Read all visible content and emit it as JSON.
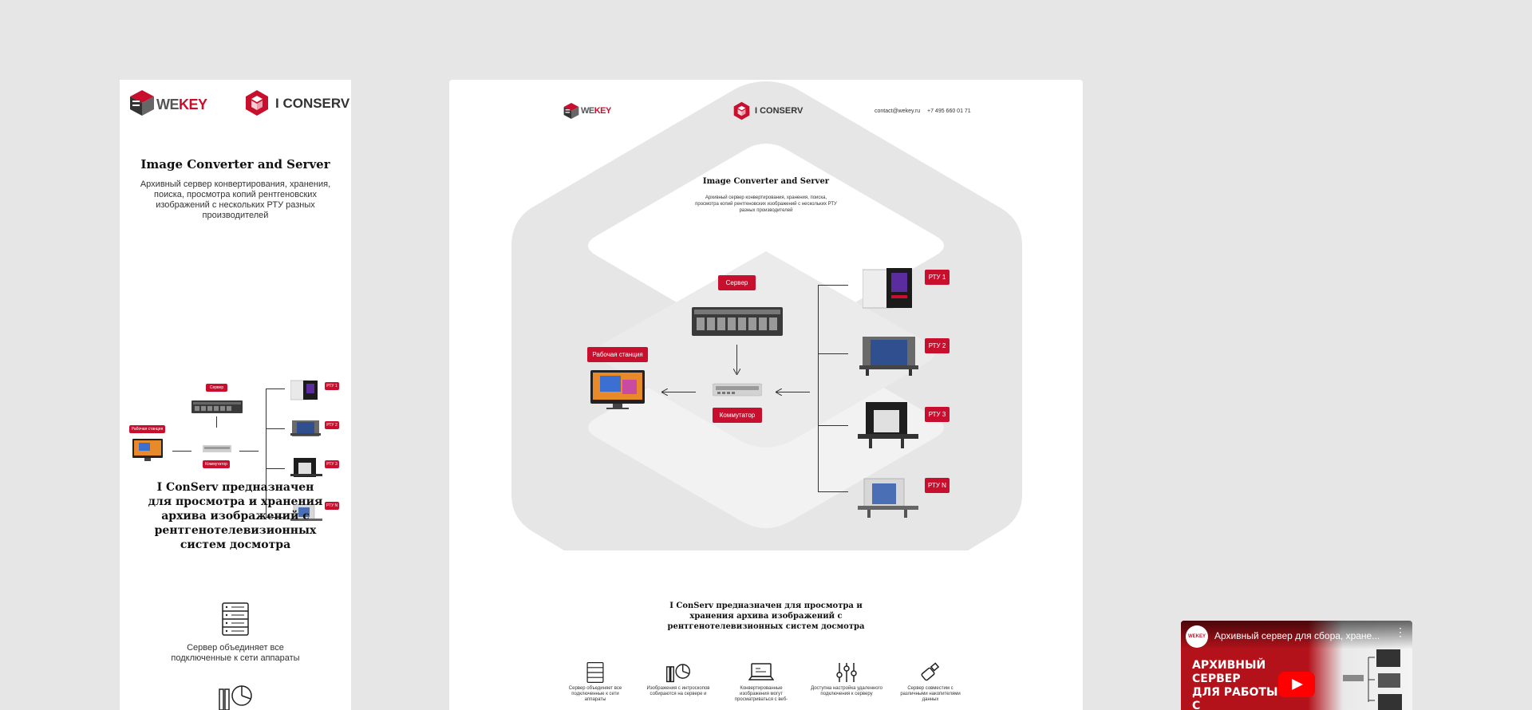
{
  "brand": {
    "wekey_a": "WE",
    "wekey_b": "KEY",
    "iconserv": "I CONSERV"
  },
  "contact": {
    "email": "contact@wekey.ru",
    "phone": "+7 495 660 01 71"
  },
  "hero": {
    "title": "Image Converter and Server",
    "description": "Архивный сервер конвертирования, хранения, поиска, просмотра копий рентгеновских изображений с нескольких РТУ разных производителей"
  },
  "diagram": {
    "server": "Сервер",
    "workstation": "Рабочая станция",
    "switch": "Коммутатор",
    "rtu1": "РТУ 1",
    "rtu2": "РТУ 2",
    "rtu3": "РТУ 3",
    "rtun": "РТУ N"
  },
  "purpose": {
    "title": "I ConServ предназначен для просмотра и хранения архива изображений с рентгенотелевизионных систем досмотра"
  },
  "features": [
    {
      "icon": "server-rack-icon",
      "text": "Сервер объединяет все подключенные к сети аппараты"
    },
    {
      "icon": "images-chart-icon",
      "text": "Изображения с интроскопов собираются на сервере и"
    },
    {
      "icon": "laptop-icon",
      "text": "Конвертированные изображения могут просматриваться с веб-"
    },
    {
      "icon": "sliders-icon",
      "text": "Доступна настройка удаленного подключения к серверу"
    },
    {
      "icon": "usb-drive-icon",
      "text": "Сервер совместим с различными накопителями данных"
    }
  ],
  "video": {
    "title": "Архивный сервер для сбора, хране...",
    "thumb_line1": "АРХИВНЫЙ СЕРВЕР",
    "thumb_line2": "ДЛЯ РАБОТЫ",
    "thumb_line3": "С РЕНТГЕНОВСКИМИ",
    "channel": "WEKEY"
  },
  "colors": {
    "accent": "#c8102e",
    "bg": "#e6e6e6"
  }
}
